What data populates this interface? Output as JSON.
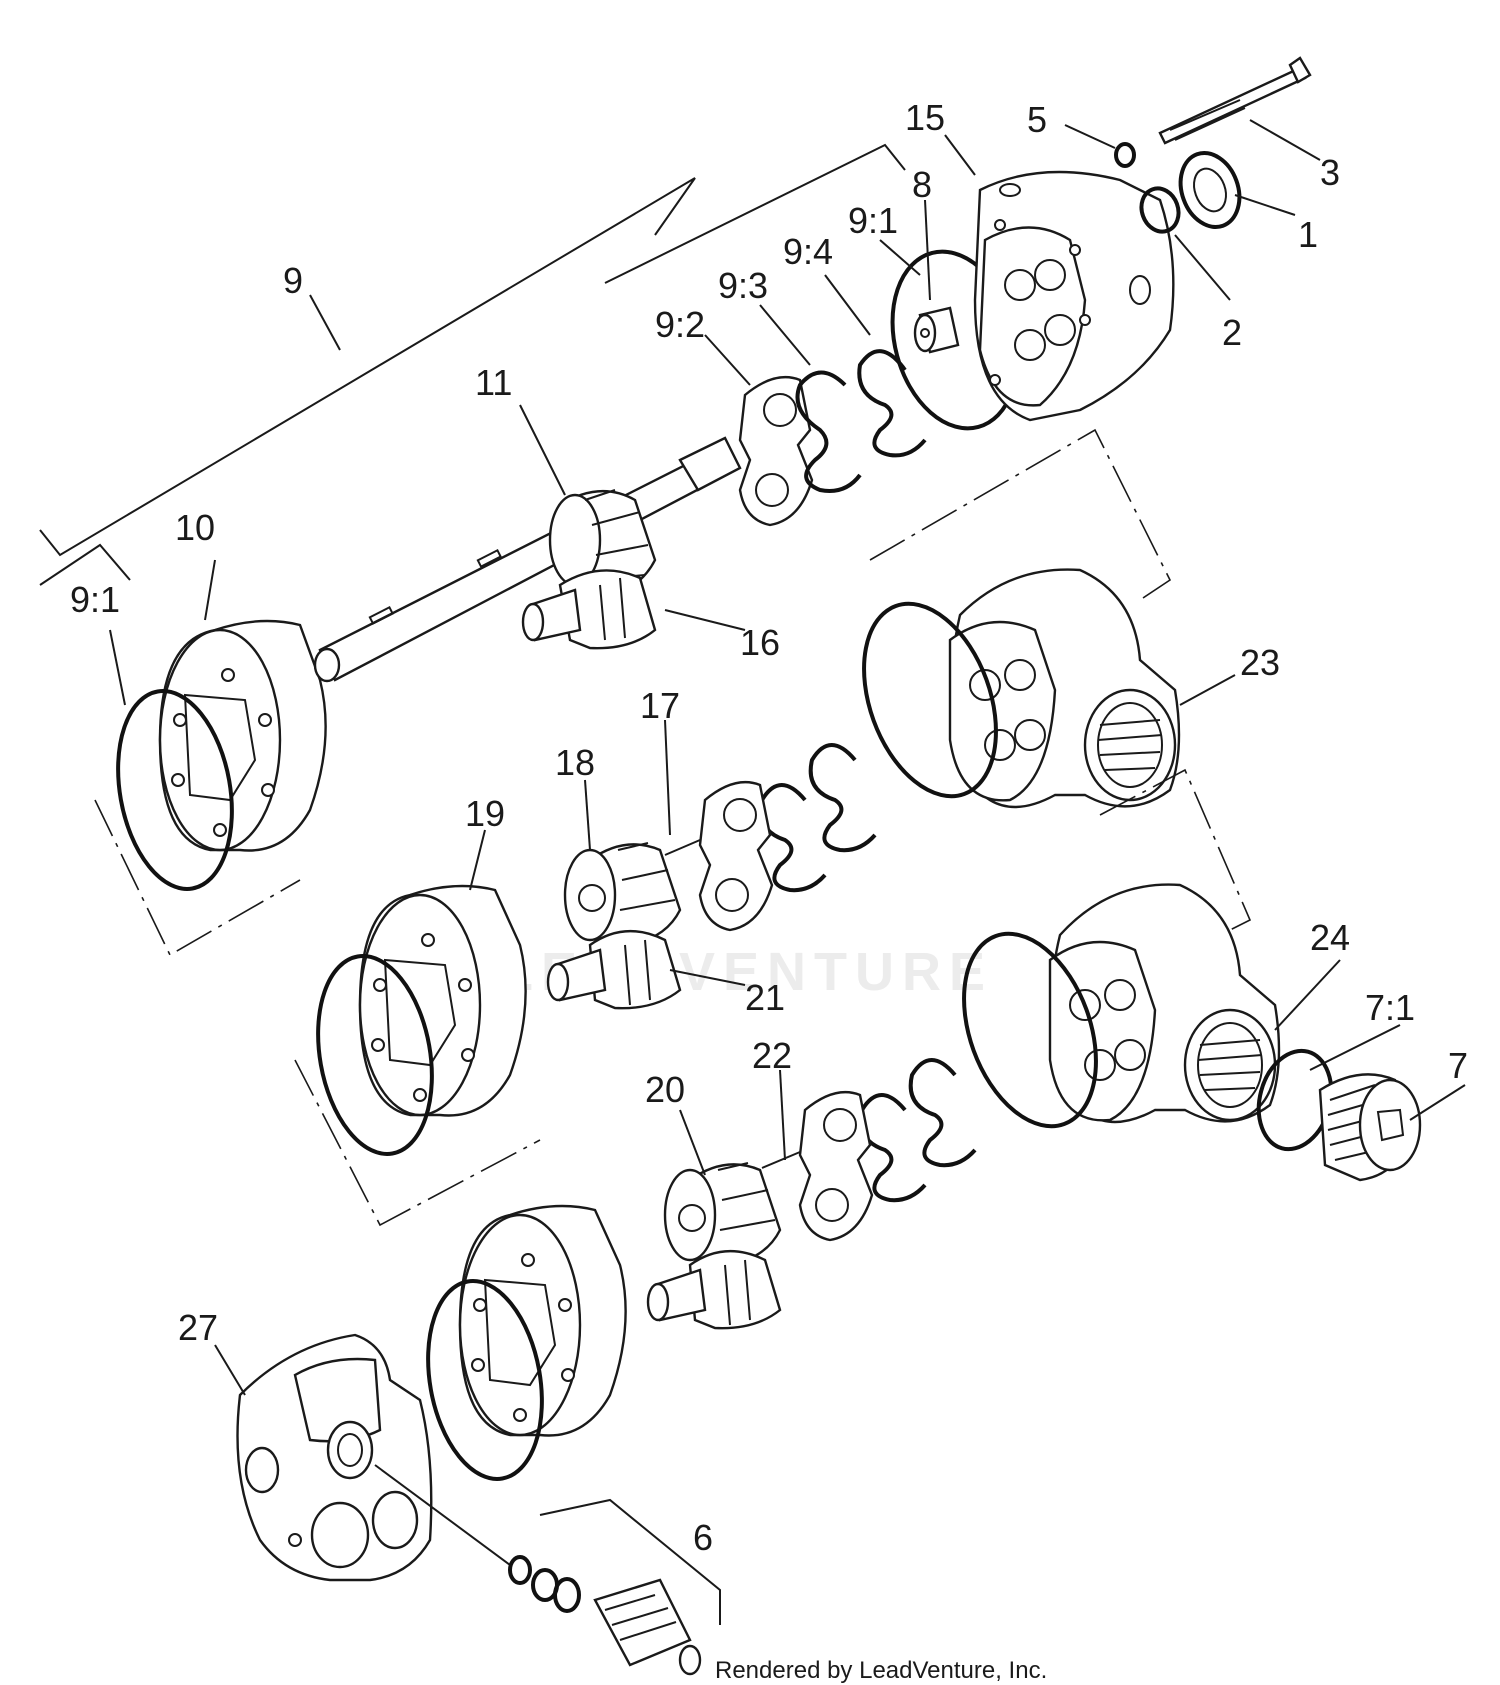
{
  "labels": {
    "p1": "1",
    "p2": "2",
    "p3": "3",
    "p5": "5",
    "p6": "6",
    "p7": "7",
    "p7_1": "7:1",
    "p8": "8",
    "p9": "9",
    "p9_1_top": "9:1",
    "p9_1_left": "9:1",
    "p9_2": "9:2",
    "p9_3": "9:3",
    "p9_4": "9:4",
    "p10": "10",
    "p11": "11",
    "p15": "15",
    "p16": "16",
    "p17": "17",
    "p18": "18",
    "p19": "19",
    "p20": "20",
    "p21": "21",
    "p22": "22",
    "p23": "23",
    "p24": "24",
    "p27": "27"
  },
  "credit": "Rendered by LeadVenture, Inc.",
  "watermark": "LEADVENTURE",
  "colors": {
    "ink": "#1a1a1a",
    "paper": "#ffffff"
  }
}
